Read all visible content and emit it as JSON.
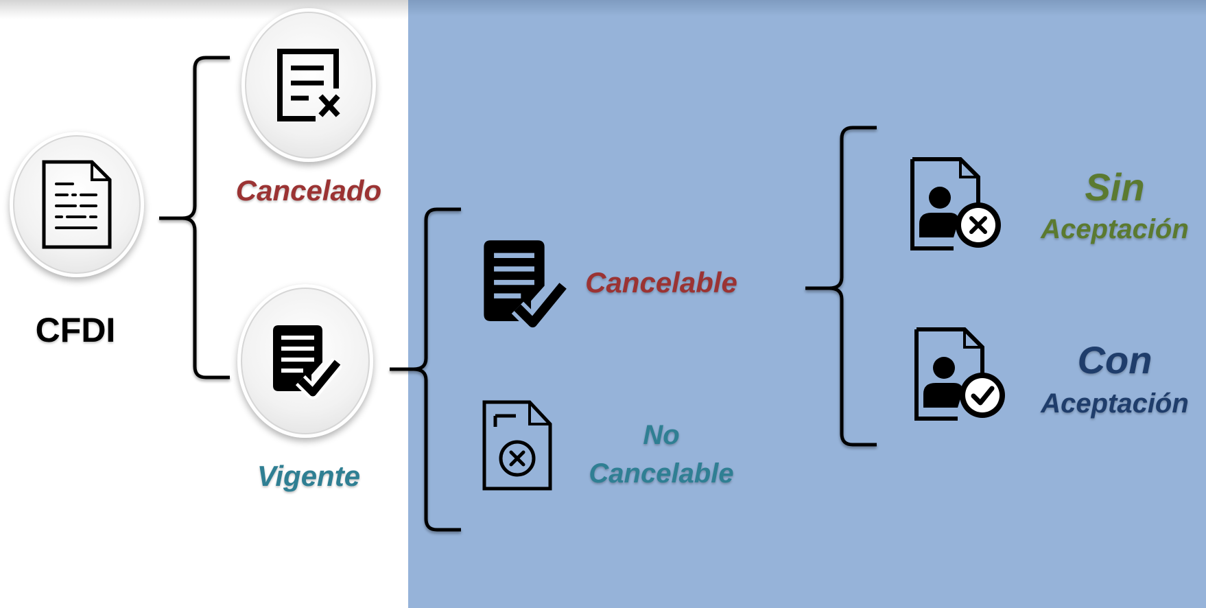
{
  "nodes": {
    "cfdi": {
      "label": "CFDI",
      "icon": "document-icon"
    },
    "cancelado": {
      "label": "Cancelado",
      "icon": "document-x-icon",
      "color": "#9b3333"
    },
    "vigente": {
      "label": "Vigente",
      "icon": "document-check-icon",
      "color": "#2f7f93"
    },
    "cancelable": {
      "label": "Cancelable",
      "icon": "document-check-icon",
      "color": "#9b3333"
    },
    "no_cancelable": {
      "line1": "No",
      "line2": "Cancelable",
      "icon": "file-x-icon",
      "color": "#2f7f93"
    },
    "sin_aceptacion": {
      "line1": "Sin",
      "line2": "Aceptación",
      "icon": "user-file-x-icon",
      "color": "#5b7a30"
    },
    "con_aceptacion": {
      "line1": "Con",
      "line2": "Aceptación",
      "icon": "user-file-check-icon",
      "color": "#1f3d6b"
    }
  },
  "colors": {
    "panel_blue": "#96b3d9",
    "bracket": "#000000",
    "divider": "#555555"
  }
}
